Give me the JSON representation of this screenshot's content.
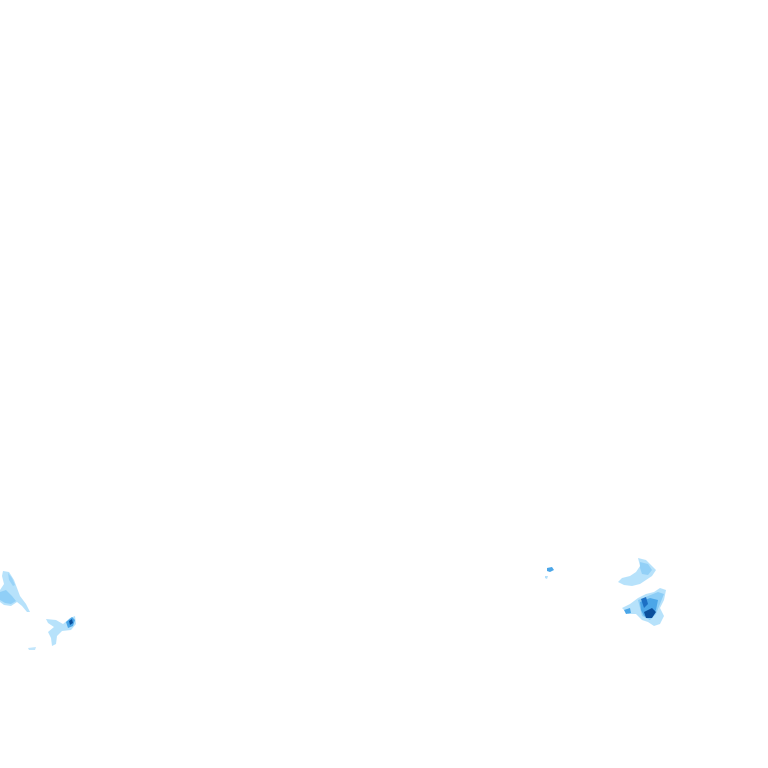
{
  "map": {
    "background_color": "#ffffff",
    "legend_colors": {
      "light": "#b3e0fb",
      "light_mid": "#8ccdf6",
      "mid": "#4ba6e8",
      "strong": "#1c6fc4",
      "heavy": "#0b4f9c"
    },
    "echo_clusters": [
      {
        "id": "west-cluster",
        "region": "lower-left"
      },
      {
        "id": "west-cluster-small",
        "region": "lower-left"
      },
      {
        "id": "east-cluster-spot",
        "region": "lower-right"
      },
      {
        "id": "east-cluster",
        "region": "lower-right"
      }
    ]
  }
}
